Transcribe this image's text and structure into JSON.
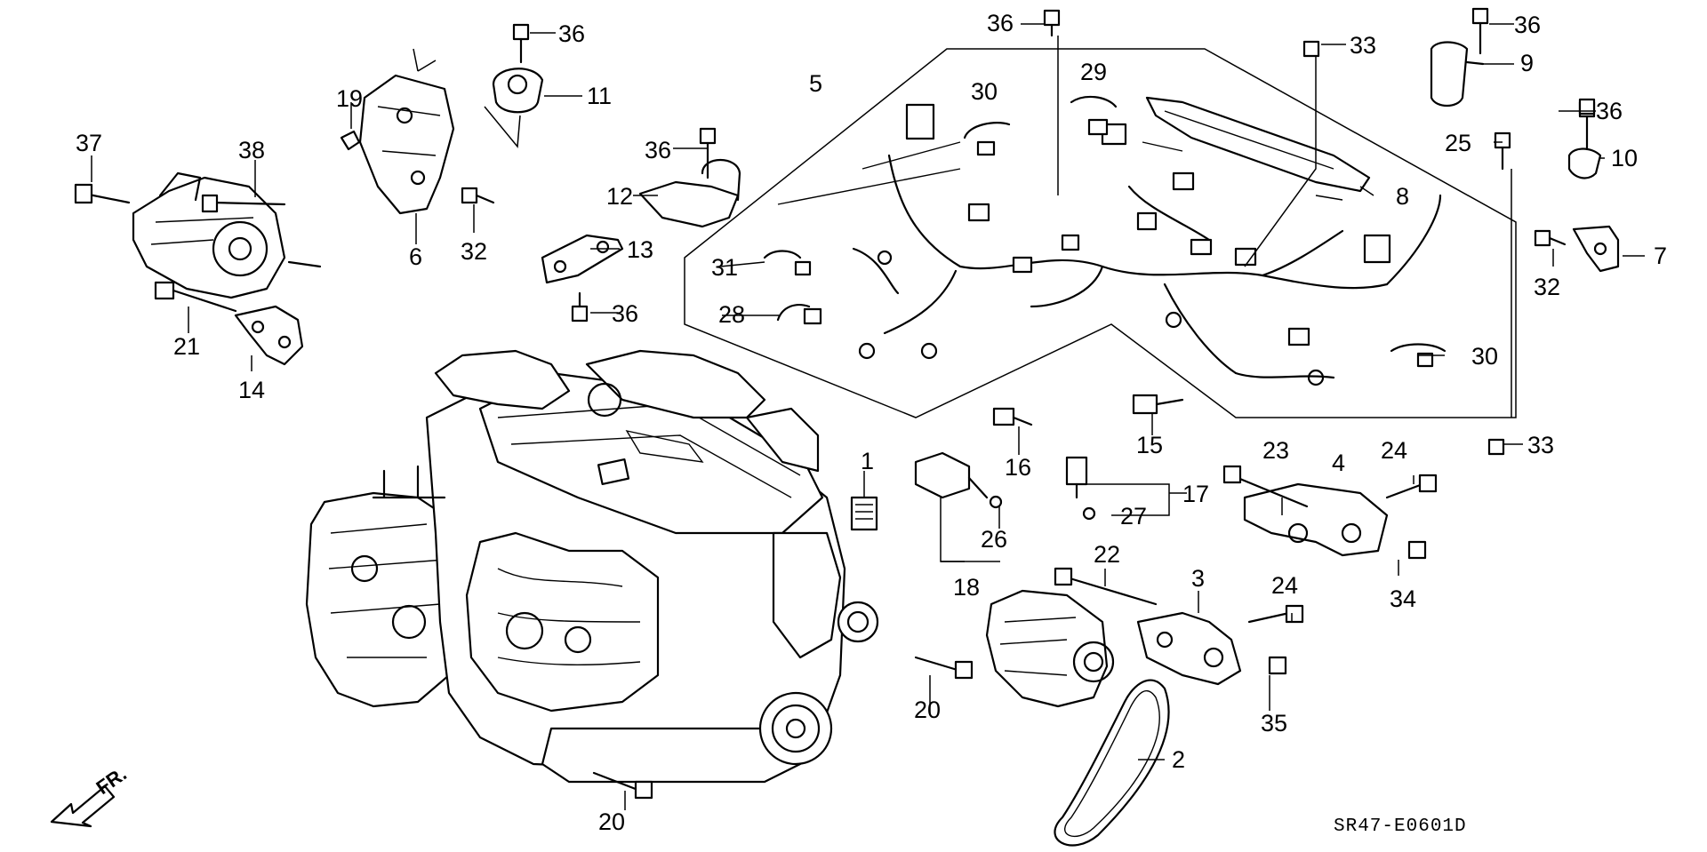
{
  "diagram": {
    "code": "SR47-E0601D",
    "front_indicator": "FR.",
    "callouts": {
      "c1": "1",
      "c2": "2",
      "c3": "3",
      "c4": "4",
      "c5": "5",
      "c6": "6",
      "c7": "7",
      "c8": "8",
      "c9": "9",
      "c10": "10",
      "c11": "11",
      "c12": "12",
      "c13": "13",
      "c14": "14",
      "c15": "15",
      "c16": "16",
      "c17": "17",
      "c18": "18",
      "c19": "19",
      "c20a": "20",
      "c20b": "20",
      "c21": "21",
      "c22": "22",
      "c23": "23",
      "c24a": "24",
      "c24b": "24",
      "c25": "25",
      "c26": "26",
      "c27": "27",
      "c28": "28",
      "c29": "29",
      "c30a": "30",
      "c30b": "30",
      "c31": "31",
      "c32a": "32",
      "c32b": "32",
      "c33a": "33",
      "c33b": "33",
      "c34": "34",
      "c35": "35",
      "c36a": "36",
      "c36b": "36",
      "c36c": "36",
      "c36d": "36",
      "c36e": "36",
      "c36f": "36",
      "c37": "37",
      "c38": "38"
    }
  }
}
